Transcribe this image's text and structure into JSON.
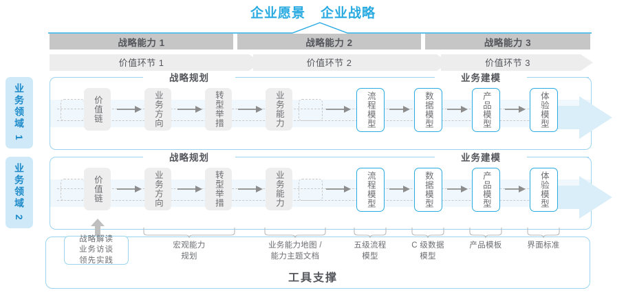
{
  "header": {
    "title_left": "企业愿景",
    "title_right": "企业战略"
  },
  "capabilities": [
    {
      "label": "战略能力 1"
    },
    {
      "label": "战略能力 2"
    },
    {
      "label": "战略能力 3"
    }
  ],
  "value_segments": [
    {
      "label": "价值环节 1"
    },
    {
      "label": "价值环节 2"
    },
    {
      "label": "价值环节 3"
    }
  ],
  "domains": [
    {
      "side_label": "业务领域 1"
    },
    {
      "side_label": "业务领域 2"
    }
  ],
  "sections": {
    "planning": "战略规划",
    "modeling": "业务建模"
  },
  "steps": {
    "planning": [
      {
        "label": "价值链",
        "style": "gray"
      },
      {
        "label": "业务方向",
        "style": "gray"
      },
      {
        "label": "转型举措",
        "style": "gray"
      },
      {
        "label": "业务能力",
        "style": "gray"
      }
    ],
    "modeling": [
      {
        "label": "流程模型",
        "style": "blue"
      },
      {
        "label": "数据模型",
        "style": "blue"
      },
      {
        "label": "产品模型",
        "style": "blue"
      },
      {
        "label": "体验模型",
        "style": "blue"
      }
    ]
  },
  "tool_support": {
    "title": "工具支撑",
    "strategy_box": "战略解读\n业务访谈\n领先实践",
    "strategy_box_lines": [
      "战略解读",
      "业务访谈",
      "领先实践"
    ],
    "labels": [
      {
        "line1": "宏观能力",
        "line2": "规划"
      },
      {
        "line1": "业务能力地图 /",
        "line2": "能力主题文档"
      },
      {
        "line1": "五级流程",
        "line2": "模型"
      },
      {
        "line1": "C 级数据",
        "line2": "模型"
      },
      {
        "line1": "产品模板",
        "line2": ""
      },
      {
        "line1": "界面标准",
        "line2": ""
      }
    ]
  },
  "colors": {
    "accent_blue": "#29abe2",
    "light_blue": "#cfe9f9",
    "band_blue": "#f1f8fd",
    "panel_border": "#9ad4ef",
    "cap_bar_gray": "#c6c6c6",
    "val_bar_gray": "#ededed",
    "step_gray": "#eeeeee",
    "text_gray": "#58595b"
  }
}
